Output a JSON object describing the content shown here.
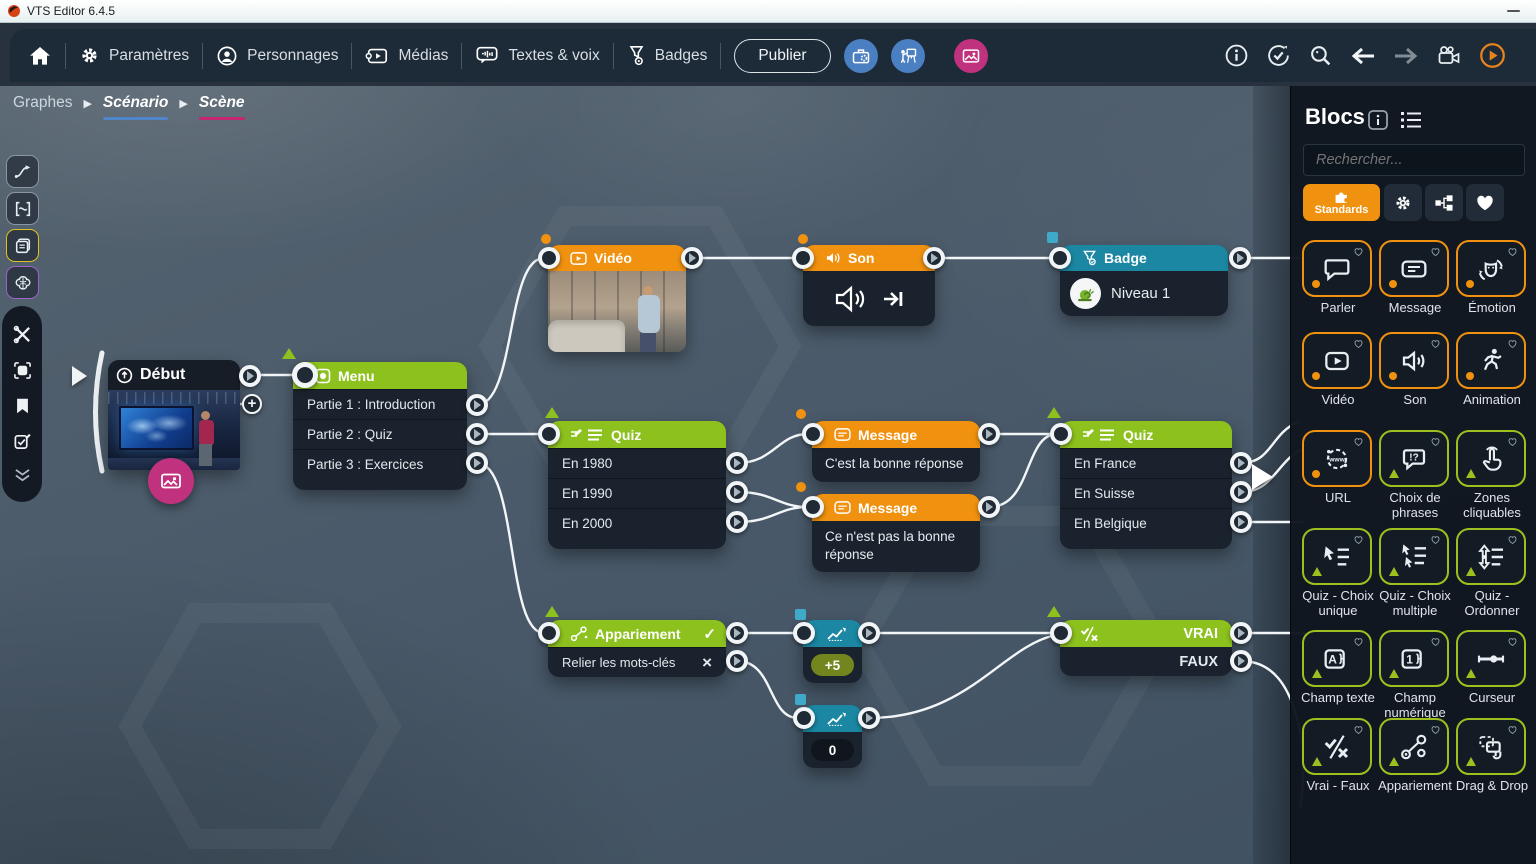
{
  "window": {
    "title": "VTS Editor 6.4.5"
  },
  "nav": {
    "items": [
      {
        "label": "Paramètres"
      },
      {
        "label": "Personnages"
      },
      {
        "label": "Médias"
      },
      {
        "label": "Textes & voix"
      },
      {
        "label": "Badges"
      }
    ],
    "publish_label": "Publier"
  },
  "breadcrumb": {
    "root": "Graphes",
    "level1": "Scénario",
    "level2": "Scène"
  },
  "panel": {
    "title": "Blocs",
    "search_placeholder": "Rechercher...",
    "standards_tab_label": "Standards",
    "tiles": [
      {
        "label": "Parler"
      },
      {
        "label": "Message"
      },
      {
        "label": "Émotion"
      },
      {
        "label": "Vidéo"
      },
      {
        "label": "Son"
      },
      {
        "label": "Animation"
      },
      {
        "label": "URL"
      },
      {
        "label": "Choix de phrases"
      },
      {
        "label": "Zones cliquables"
      },
      {
        "label": "Quiz - Choix unique"
      },
      {
        "label": "Quiz - Choix multiple"
      },
      {
        "label": "Quiz - Ordonner"
      },
      {
        "label": "Champ texte"
      },
      {
        "label": "Champ numérique"
      },
      {
        "label": "Curseur"
      },
      {
        "label": "Vrai - Faux"
      },
      {
        "label": "Appariement"
      },
      {
        "label": "Drag & Drop"
      }
    ]
  },
  "graph": {
    "debut": {
      "title": "Début"
    },
    "menu": {
      "title": "Menu",
      "rows": [
        "Partie 1 : Introduction",
        "Partie 2 : Quiz",
        "Partie 3 : Exercices"
      ]
    },
    "video": {
      "title": "Vidéo"
    },
    "son": {
      "title": "Son"
    },
    "badge": {
      "title": "Badge",
      "level": "Niveau 1"
    },
    "quiz_dates": {
      "title": "Quiz",
      "rows": [
        "En 1980",
        "En 1990",
        "En 2000"
      ]
    },
    "message_ok": {
      "title": "Message",
      "text": "C'est la bonne réponse"
    },
    "message_ko": {
      "title": "Message",
      "text": "Ce n'est pas la bonne réponse"
    },
    "quiz_pays": {
      "title": "Quiz",
      "rows": [
        "En France",
        "En Suisse",
        "En Belgique"
      ]
    },
    "appariement": {
      "title": "Appariement",
      "row": "Relier les mots-clés"
    },
    "score_plus": {
      "value": "+5"
    },
    "score_zero": {
      "value": "0"
    },
    "vrai_faux": {
      "true_label": "VRAI",
      "false_label": "FAUX"
    }
  },
  "colors": {
    "orange": "#F0920F",
    "green": "#8CC11E",
    "teal": "#1B87A2",
    "pink": "#C0327E",
    "blue": "#4A7FC1",
    "underline_blue": "#4E86C9",
    "underline_pink": "#C42672"
  }
}
